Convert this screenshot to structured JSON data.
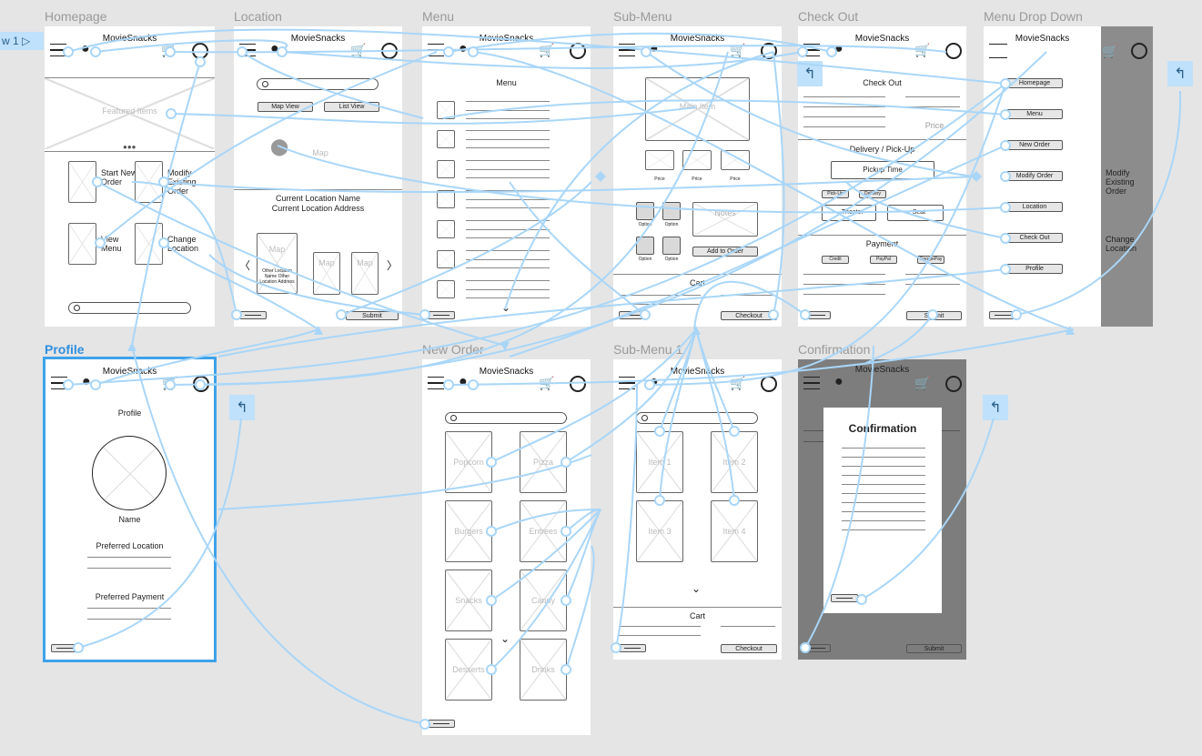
{
  "flow_label": "w 1",
  "flow_icon": "play-icon",
  "app_name": "MovieSnacks",
  "frames": {
    "homepage": "Homepage",
    "location": "Location",
    "menu": "Menu",
    "submenu": "Sub-Menu",
    "checkout": "Check Out",
    "dropdown": "Menu Drop Down",
    "profile": "Profile",
    "neworder": "New Order",
    "submenu1": "Sub-Menu 1",
    "confirmation": "Confirmation"
  },
  "homepage": {
    "featured": "Featured Items",
    "tiles": [
      "Start New Order",
      "Modify Existing Order",
      "View Menu",
      "Change Location"
    ]
  },
  "location": {
    "map_view": "Map View",
    "list_view": "List View",
    "map": "Map",
    "name": "Current Location Name",
    "address": "Current Location Address",
    "card_main": "Map",
    "card_other": "Other Location Name Other Location Address",
    "submit": "Submit",
    "prev": "〈",
    "next": "〉"
  },
  "menu": {
    "title": "Menu"
  },
  "submenu": {
    "main_item": "Main Item",
    "price_labels": [
      "Price",
      "Price",
      "Price"
    ],
    "option": "Option",
    "notes": "Notes",
    "add_to_order": "Add to Order",
    "cart": "Cart",
    "checkout": "Checkout"
  },
  "checkout": {
    "title": "Check Out",
    "price": "Price",
    "delivery": "Delivery / Pick-Up",
    "pickup_time": "Pickup Time",
    "pickup": "Pick-Up",
    "delivery_btn": "Delivery",
    "theater": "Theater",
    "seat": "Seat",
    "payment": "Payment",
    "pay_methods": [
      "Credit",
      "PayPal",
      "GooglePay"
    ],
    "submit": "Submit"
  },
  "dropdown": {
    "items": [
      "Homepage",
      "Menu",
      "New Order",
      "Modify Order",
      "Location",
      "Check Out",
      "Profile"
    ],
    "side_texts": [
      "Modify Existing Order",
      "Change Location"
    ]
  },
  "profile": {
    "title": "Profile",
    "name": "Name",
    "pref_location": "Preferred Location",
    "pref_payment": "Preferred Payment"
  },
  "neworder": {
    "items": [
      "Popcorn",
      "Pizza",
      "Burgers",
      "Entrees",
      "Snacks",
      "Candy",
      "Desserts",
      "Drinks"
    ]
  },
  "submenu1": {
    "items": [
      "Item 1",
      "Item 2",
      "Item 3",
      "Item 4"
    ],
    "cart": "Cart",
    "checkout": "Checkout"
  },
  "confirmation": {
    "title": "Confirmation",
    "submit": "Submit"
  },
  "colors": {
    "canvas": "#e5e5e5",
    "connector": "#a9d6f8",
    "selection": "#3ea2ea"
  }
}
